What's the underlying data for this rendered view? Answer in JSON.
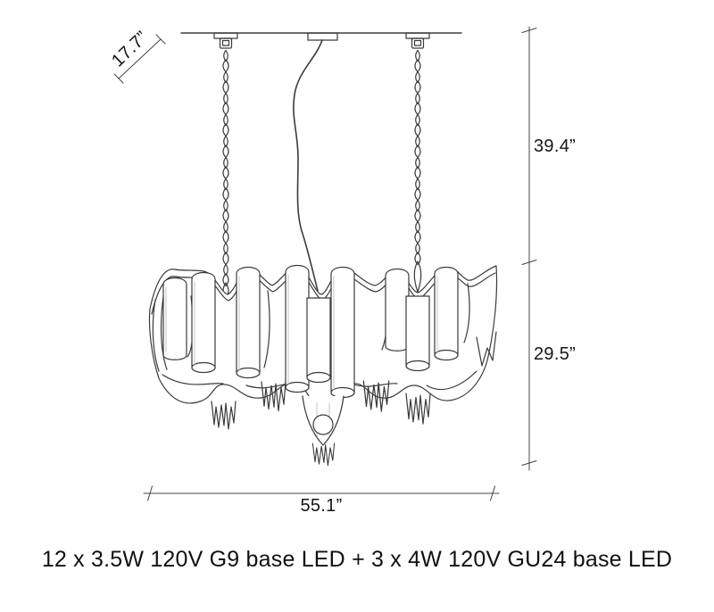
{
  "diagram": {
    "type": "product-dimension-line-drawing",
    "subject": "chandelier with chains, canopy, power cord, wavy ribbon body and fringe tassels",
    "dimensions": {
      "canopy_diagonal": "17.7”",
      "suspension_height": "39.4”",
      "body_height": "29.5”",
      "body_width": "55.1”"
    },
    "caption": "12 x 3.5W 120V G9 base LED + 3 x 4W 120V GU24 base LED",
    "colors": {
      "line": "#3b3b3b",
      "dimension_line": "#444444",
      "text": "#161616",
      "background": "#ffffff",
      "shading": "#cfcfcf"
    }
  }
}
